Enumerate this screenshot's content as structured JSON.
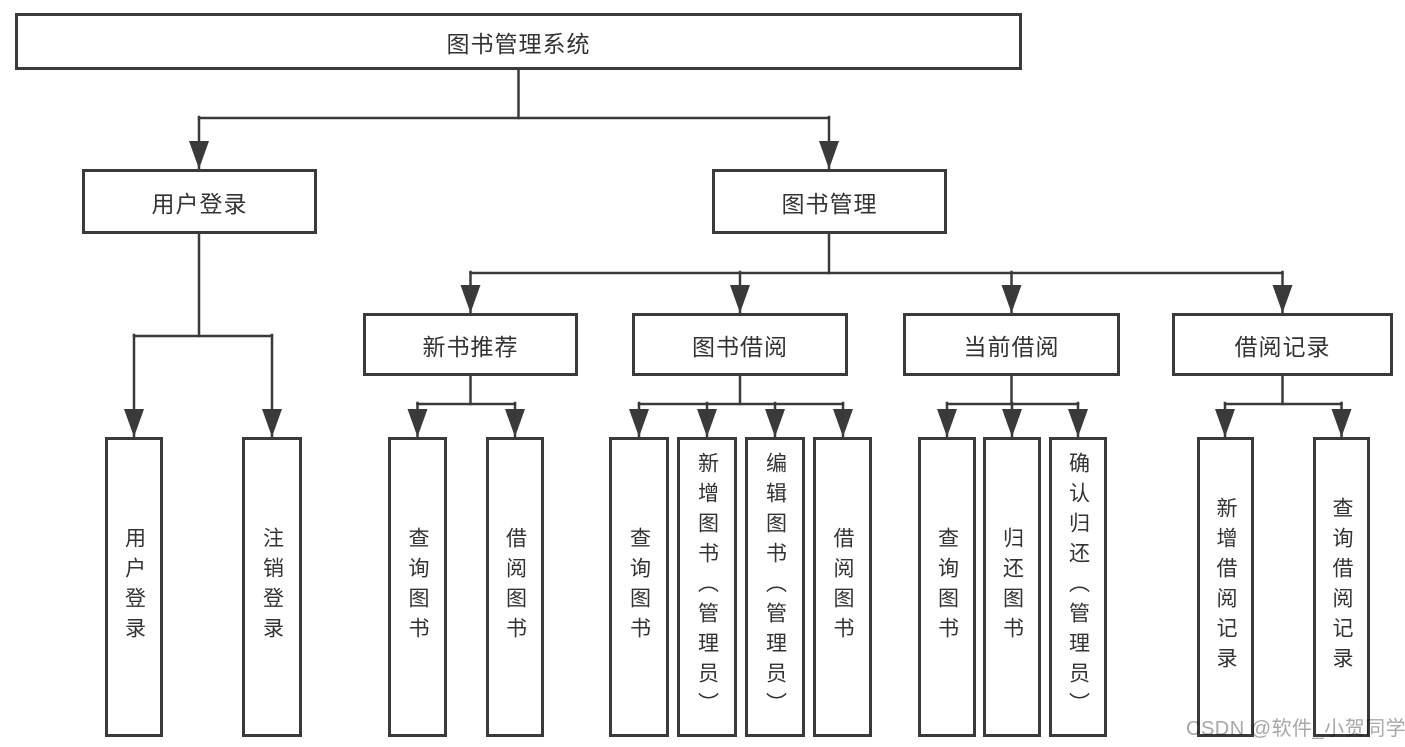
{
  "colors": {
    "line": "#3a3a3a",
    "text": "#333333",
    "watermark": "#a8a8a8",
    "background": "#ffffff"
  },
  "watermark": "CSDN @软件_小贺同学",
  "nodes": {
    "root": "图书管理系统",
    "user_login_group": "用户登录",
    "book_management": "图书管理",
    "new_book_recommend": "新书推荐",
    "book_borrowing": "图书借阅",
    "current_borrowing": "当前借阅",
    "borrowing_records": "借阅记录",
    "leaf_user_login": "用户登录",
    "leaf_logout": "注销登录",
    "leaf_query_books_recommend": "查询图书",
    "leaf_borrow_books_recommend": "借阅图书",
    "leaf_query_books_borrowing": "查询图书",
    "leaf_add_books_admin": "新增图书（管理员）",
    "leaf_edit_books_admin": "编辑图书（管理员）",
    "leaf_borrow_books_borrowing": "借阅图书",
    "leaf_query_books_current": "查询图书",
    "leaf_return_books": "归还图书",
    "leaf_confirm_return_admin": "确认归还（管理员）",
    "leaf_add_borrow_record": "新增借阅记录",
    "leaf_query_borrow_record": "查询借阅记录"
  }
}
